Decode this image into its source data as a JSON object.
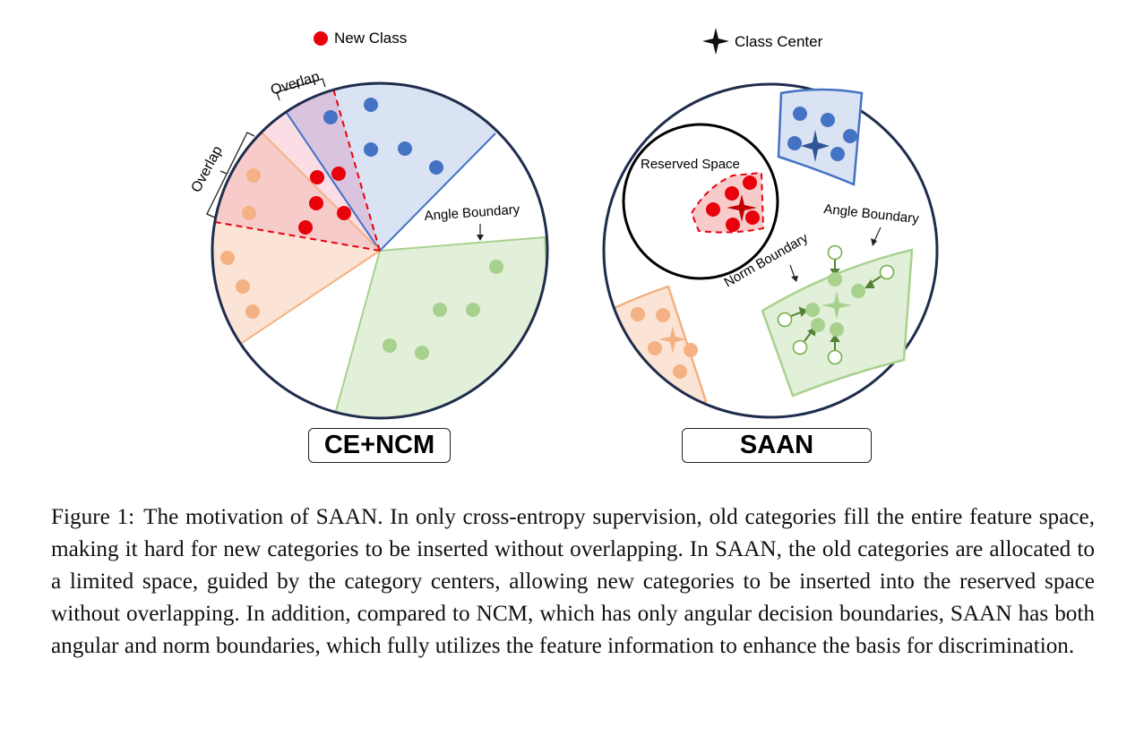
{
  "figure": {
    "legend_new_class": "New Class",
    "legend_class_center": "Class Center",
    "left": {
      "overlap_label_top": "Overlap",
      "overlap_label_left": "Overlap",
      "angle_boundary": "Angle Boundary",
      "title": "CE+NCM"
    },
    "right": {
      "reserved_space": "Reserved Space",
      "angle_boundary": "Angle Boundary",
      "norm_boundary": "Norm Boundary",
      "title": "SAAN"
    },
    "colors": {
      "blue": "#4472c4",
      "red": "#e8000b",
      "orange": "#f4b183",
      "green": "#a9d18e",
      "green_dark": "#548235",
      "circle_outline": "#1f2d4d"
    }
  },
  "caption": {
    "label": "Figure 1:",
    "text": "The motivation of SAAN. In only cross-entropy supervision, old categories fill the entire feature space, making it hard for new categories to be inserted without overlapping. In SAAN, the old categories are allocated to a limited space, guided by the category centers, allowing new categories to be inserted into the reserved space without overlapping. In addition, compared to NCM, which has only angular decision boundaries, SAAN has both angular and norm boundaries, which fully utilizes the feature information to enhance the basis for discrimination."
  }
}
